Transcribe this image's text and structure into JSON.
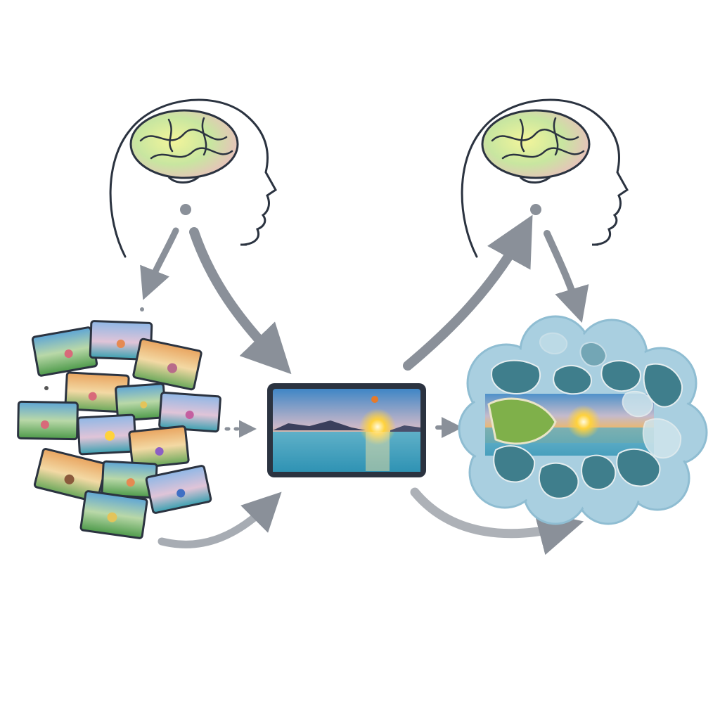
{
  "diagram": {
    "nodes": [
      {
        "id": "head-left",
        "kind": "human-head-profile",
        "icon": "brain-icon"
      },
      {
        "id": "head-right",
        "kind": "human-head-profile",
        "icon": "brain-icon"
      },
      {
        "id": "photo-collection",
        "kind": "scattered-photo-thumbnails",
        "count": 14
      },
      {
        "id": "sunset-photo",
        "kind": "framed-sunset-image"
      },
      {
        "id": "memory-cloud",
        "kind": "fragmented-sunset-in-cloud",
        "fragments": 12
      }
    ],
    "edges": [
      {
        "from": "head-left",
        "to": "photo-collection"
      },
      {
        "from": "head-left",
        "to": "sunset-photo"
      },
      {
        "from": "photo-collection",
        "to": "sunset-photo"
      },
      {
        "from": "sunset-photo",
        "to": "head-right"
      },
      {
        "from": "head-right",
        "to": "memory-cloud"
      },
      {
        "from": "sunset-photo",
        "to": "memory-cloud"
      }
    ],
    "colors": {
      "outline": "#2b3340",
      "arrow": "#8a9099",
      "cloud": "#a9cfe0",
      "fragment": "#3f7e8c",
      "sky_top": "#3f86c6",
      "sun": "#ffd23c",
      "sea": "#2f93b4"
    }
  }
}
